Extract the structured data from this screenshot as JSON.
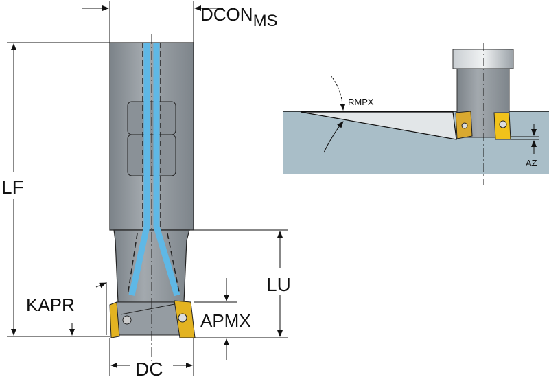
{
  "labels": {
    "dcon": "DCON",
    "dcon_sub": "MS",
    "lf": "LF",
    "lu": "LU",
    "kapr": "KAPR",
    "apmx": "APMX",
    "dc": "DC",
    "rmpx": "RMPX",
    "az": "AZ"
  },
  "colors": {
    "body": "#8f969c",
    "coolant": "#5fb8e6",
    "insert": "#e3b321",
    "workpiece": "#a9bec8"
  }
}
